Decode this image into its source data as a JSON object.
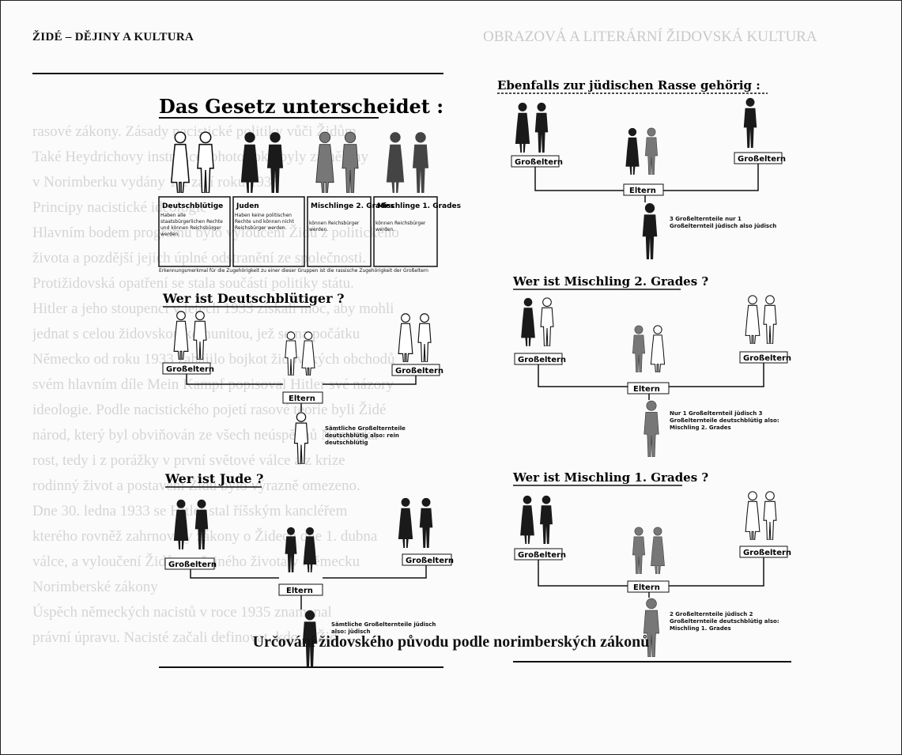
{
  "header": {
    "title": "ŽIDÉ – DĚJINY A KULTURA",
    "running_head_bleed": "OBRAZOVÁ A LITERÁRNÍ ŽIDOVSKÁ KULTURA"
  },
  "poster": {
    "title": "Das Gesetz unterscheidet :",
    "also_jewish_title": "Ebenfalls zur jüdischen Rasse gehörig :",
    "categories": [
      {
        "label": "Deutschblütige",
        "text": "Haben alle staatsbürgerlichen Rechte und können Reichsbürger werden."
      },
      {
        "label": "Juden",
        "text": "Haben keine politischen Rechte und können nicht Reichsbürger werden."
      },
      {
        "label": "Mischlinge 2. Grades",
        "text": "können Reichsbürger werden."
      },
      {
        "label": "Mischlinge 1. Grades",
        "text": "können Reichsbürger werden."
      }
    ],
    "footnote": "Erkennungsmerkmal für die Zugehörigkeit zu einer dieser Gruppen ist die rassische Zugehörigkeit der Großeltern",
    "sections": {
      "deutschbluetig": {
        "title": "Wer ist Deutschblütiger ?",
        "note": "Sämtliche Großelternteile deutschblütig also: rein deutschblütig"
      },
      "jude": {
        "title": "Wer ist Jude ?",
        "note": "Sämtliche Großelternteile jüdisch also: jüdisch"
      },
      "mischling2": {
        "title": "Wer ist Mischling 2. Grades ?",
        "note": "Nur 1 Großelternteil jüdisch 3 Großelternteile deutschblütig also: Mischling 2. Grades"
      },
      "mischling1": {
        "title": "Wer ist Mischling 1. Grades ?",
        "note": "2 Großelternteile jüdisch 2 Großelternteile deutschblütig also: Mischling 1. Grades"
      },
      "ebenfalls": {
        "note": "3 Großelternteile nur 1 Großelternteil jüdisch also jüdisch"
      }
    },
    "labels": {
      "grandparents": "Großeltern",
      "parents": "Eltern"
    }
  },
  "bleed_through": [
    "rasové zákony. Zásady nacistické politiky vůči Židům",
    "Také Heydrichovy instrukce tohoto roku byly zaměřeny",
    "v Norimberku vydány 15. září roku 1935",
    "Principy nacistické ideologie",
    "Hlavním bodem programu bylo vyloučení Židů z politického",
    "života a pozdější jejich úplné odstranění ze společnosti.",
    "Protižidovská opatření se stala součástí politiky státu.",
    "Hitler a jeho stoupenci v letech 1933 získali moc, aby mohli",
    "jednat s celou židovskou komunitou, jež se na počátku",
    "Německo od roku 1933 zahájilo bojkot židovských obchodů",
    "svém hlavním díle Mein Kampf popisoval Hitler své názory",
    "ideologie. Podle nacistického pojetí rasové teorie byli Židé",
    "národ, který byl obviňován ze všech neúspěchů Německa",
    "rost, tedy i z porážky v první světové válce a z krize",
    "rodinný život a postavení Židů bylo výrazně omezeno.",
    "Dne 30. ledna 1933 se Hitler stal říšským kancléřem",
    "kterého rovněž zahrnovaly zákony o Židech dne 1. dubna",
    "válce, a vyloučení Židů z veřejného života v Německu",
    "Norimberské zákony",
    "Úspěch německých nacistů v roce 1935 znamenal",
    "právní úpravu. Nacisté začali definovat, kdo je Žid"
  ],
  "caption": "Určování židovského původu podle norimberských zákonů"
}
